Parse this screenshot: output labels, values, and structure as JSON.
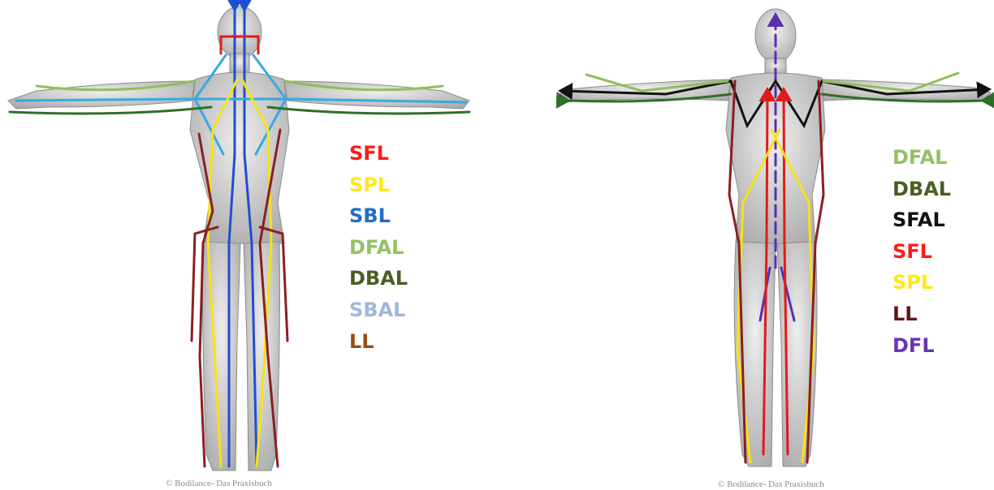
{
  "left_figure": {
    "view": "back",
    "legend": [
      {
        "label": "SFL",
        "color": "#ff1a1a"
      },
      {
        "label": "SPL",
        "color": "#ffe81a"
      },
      {
        "label": "SBL",
        "color": "#1f6fc4"
      },
      {
        "label": "DFAL",
        "color": "#92c264"
      },
      {
        "label": "DBAL",
        "color": "#4a5e22"
      },
      {
        "label": "SBAL",
        "color": "#9db8dc"
      },
      {
        "label": "LL",
        "color": "#9a4d10"
      }
    ],
    "credit": "© Bodilance- Das Praxisbuch"
  },
  "right_figure": {
    "view": "front",
    "legend": [
      {
        "label": "DFAL",
        "color": "#92c264"
      },
      {
        "label": "DBAL",
        "color": "#4a5e22"
      },
      {
        "label": "SFAL",
        "color": "#111111"
      },
      {
        "label": "SFL",
        "color": "#ff1a1a"
      },
      {
        "label": "SPL",
        "color": "#ffe81a"
      },
      {
        "label": "LL",
        "color": "#5c1a1a"
      },
      {
        "label": "DFL",
        "color": "#6a33b0"
      }
    ],
    "credit": "© Bodilance- Das Praxisbuch"
  },
  "line_colors": {
    "sfl": "#e01b1b",
    "spl": "#f5e21b",
    "sbl": "#1e4fcf",
    "dfal": "#8fbf5a",
    "dbal": "#2f6e2a",
    "sbal": "#38a9e0",
    "ll": "#8b1f1f",
    "sfal": "#111111",
    "dfl": "#5a2fb0"
  }
}
